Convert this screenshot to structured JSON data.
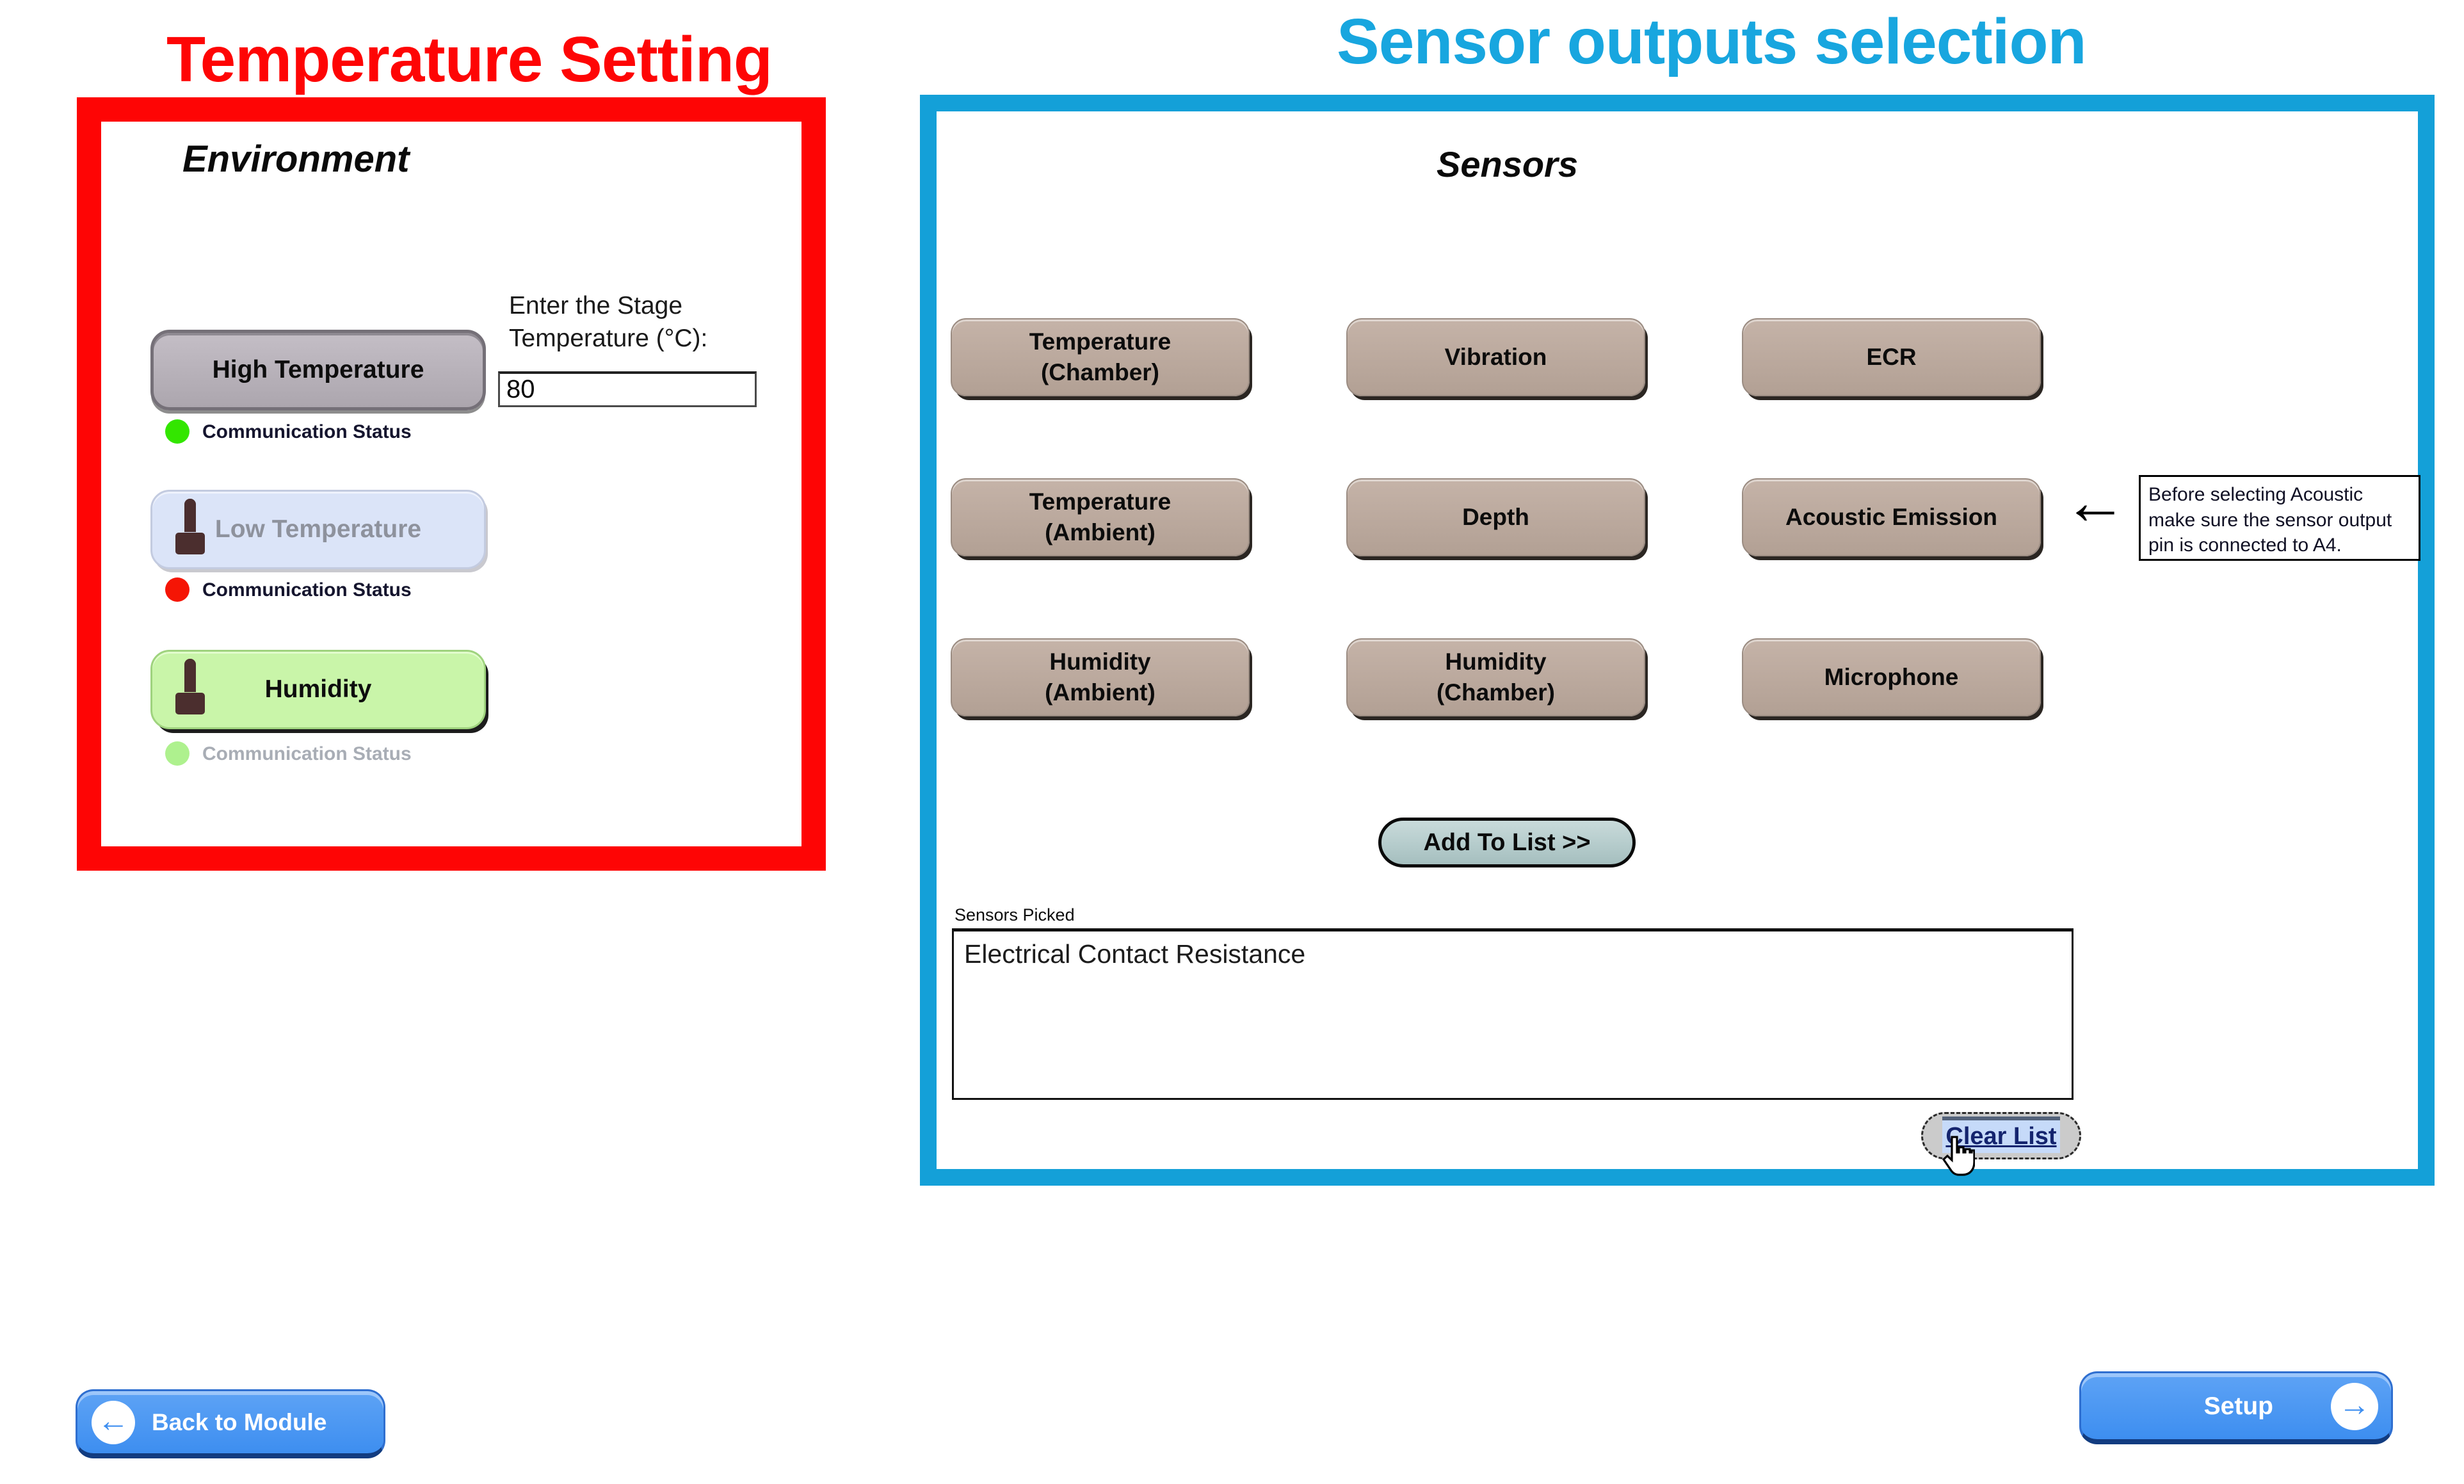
{
  "colors": {
    "accent_red": "#FE0505",
    "accent_blue_title": "#18A6DF",
    "accent_blue_border": "#14A0D8",
    "nav_button_blue": "#3D8EF0",
    "sensor_button_tan": "#B9A69A",
    "high_temp_gray": "#B3ADB5",
    "low_temp_blue": "#DBE4F8",
    "humidity_green": "#C9F5A9",
    "status_green": "#33E600",
    "status_red": "#F51505",
    "status_green_muted": "#AEF18E",
    "add_button_teal": "#AFC7C7",
    "clear_button_blue": "#C6DAF9",
    "lock_brown": "#4B2E2E"
  },
  "left": {
    "title": "Temperature Setting",
    "heading": "Environment",
    "high_button": "High Temperature",
    "low_button": "Low Temperature",
    "humidity_button": "Humidity",
    "comm_status": "Communication Status",
    "stage_label_line1": "Enter the Stage",
    "stage_label_line2": "Temperature (°C):",
    "stage_value": "80"
  },
  "right": {
    "title": "Sensor outputs selection",
    "heading": "Sensors",
    "sensors": [
      {
        "line1": "Temperature",
        "line2": "(Chamber)"
      },
      {
        "line1": "Vibration",
        "line2": ""
      },
      {
        "line1": "ECR",
        "line2": ""
      },
      {
        "line1": "Temperature",
        "line2": "(Ambient)"
      },
      {
        "line1": "Depth",
        "line2": ""
      },
      {
        "line1": "Acoustic Emission",
        "line2": ""
      },
      {
        "line1": "Humidity",
        "line2": "(Ambient)"
      },
      {
        "line1": "Humidity",
        "line2": "(Chamber)"
      },
      {
        "line1": "Microphone",
        "line2": ""
      }
    ],
    "note": "Before selecting Acoustic make sure the sensor output pin is connected to A4.",
    "note_arrow": "←",
    "add_button": "Add To List >>",
    "picked_label": "Sensors Picked",
    "picked_items": [
      "Electrical Contact Resistance"
    ],
    "clear_button": "Clear List"
  },
  "footer": {
    "back_button": "Back to Module",
    "back_arrow": "←",
    "setup_button": "Setup",
    "setup_arrow": "→"
  }
}
